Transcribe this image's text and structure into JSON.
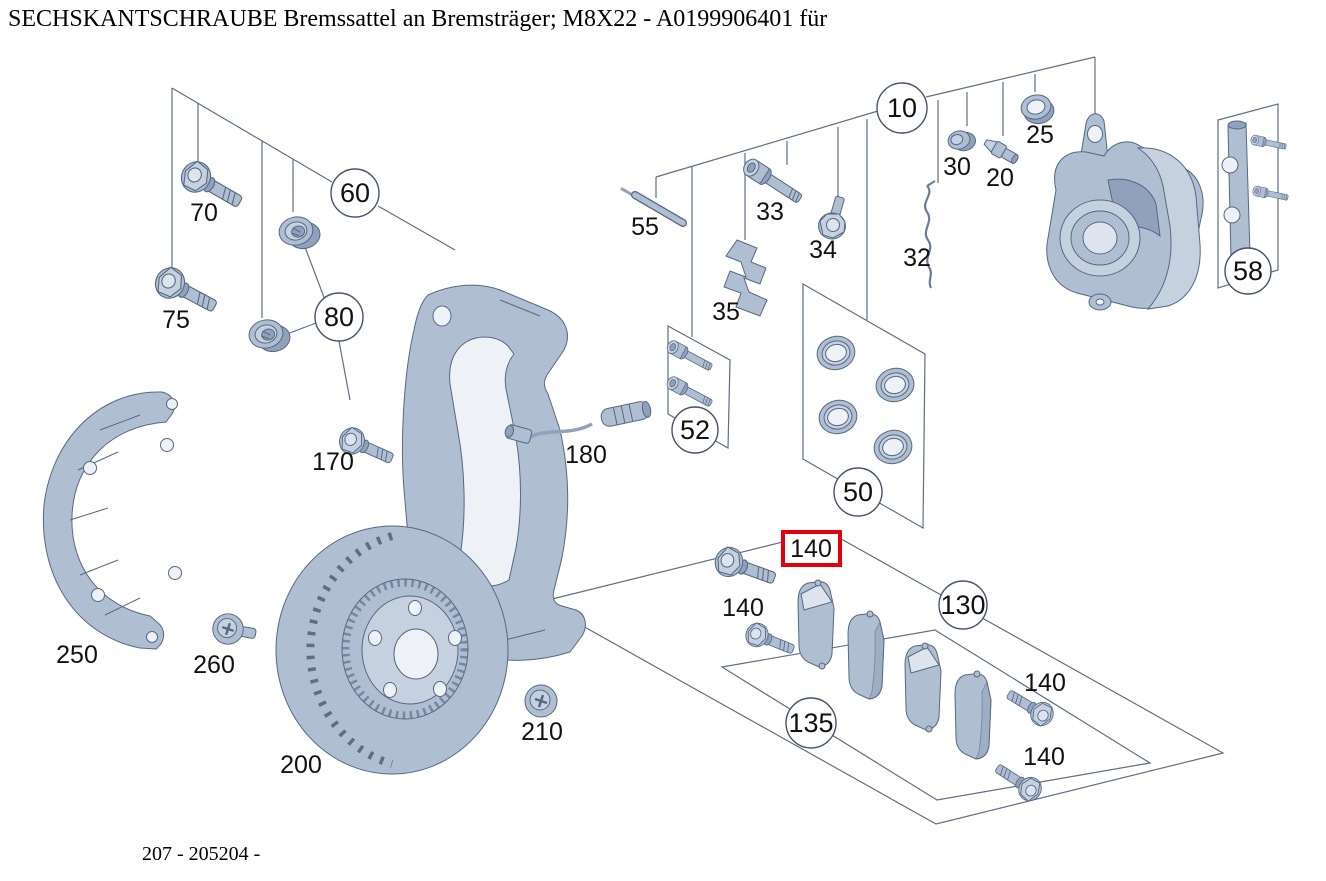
{
  "page": {
    "title": "SECHSKANTSCHRAUBE Bremssattel an Bremsträger; M8X22 - A0199906401 für",
    "footer_code": "207 - 205204 -"
  },
  "colors": {
    "background": "#ffffff",
    "part_fill": "#b0bed2",
    "part_fill_dark": "#8fa1bb",
    "part_fill_light": "#dde4ee",
    "part_stroke": "#566882",
    "leader_line": "#5f6f85",
    "callout_text": "#111111",
    "highlight_red": "#e2000f"
  },
  "diagram": {
    "circled_callouts": [
      {
        "label": "10"
      },
      {
        "label": "60"
      },
      {
        "label": "80"
      },
      {
        "label": "52"
      },
      {
        "label": "50"
      },
      {
        "label": "58"
      },
      {
        "label": "130"
      },
      {
        "label": "135"
      }
    ],
    "plain_callouts": [
      {
        "label": "70"
      },
      {
        "label": "75"
      },
      {
        "label": "55"
      },
      {
        "label": "33"
      },
      {
        "label": "34"
      },
      {
        "label": "35"
      },
      {
        "label": "30"
      },
      {
        "label": "20"
      },
      {
        "label": "25"
      },
      {
        "label": "32"
      },
      {
        "label": "170"
      },
      {
        "label": "180"
      },
      {
        "label": "250"
      },
      {
        "label": "260"
      },
      {
        "label": "200"
      },
      {
        "label": "210"
      },
      {
        "label": "140"
      },
      {
        "label": "140"
      },
      {
        "label": "140"
      }
    ],
    "highlighted_callout": {
      "label": "140"
    }
  }
}
